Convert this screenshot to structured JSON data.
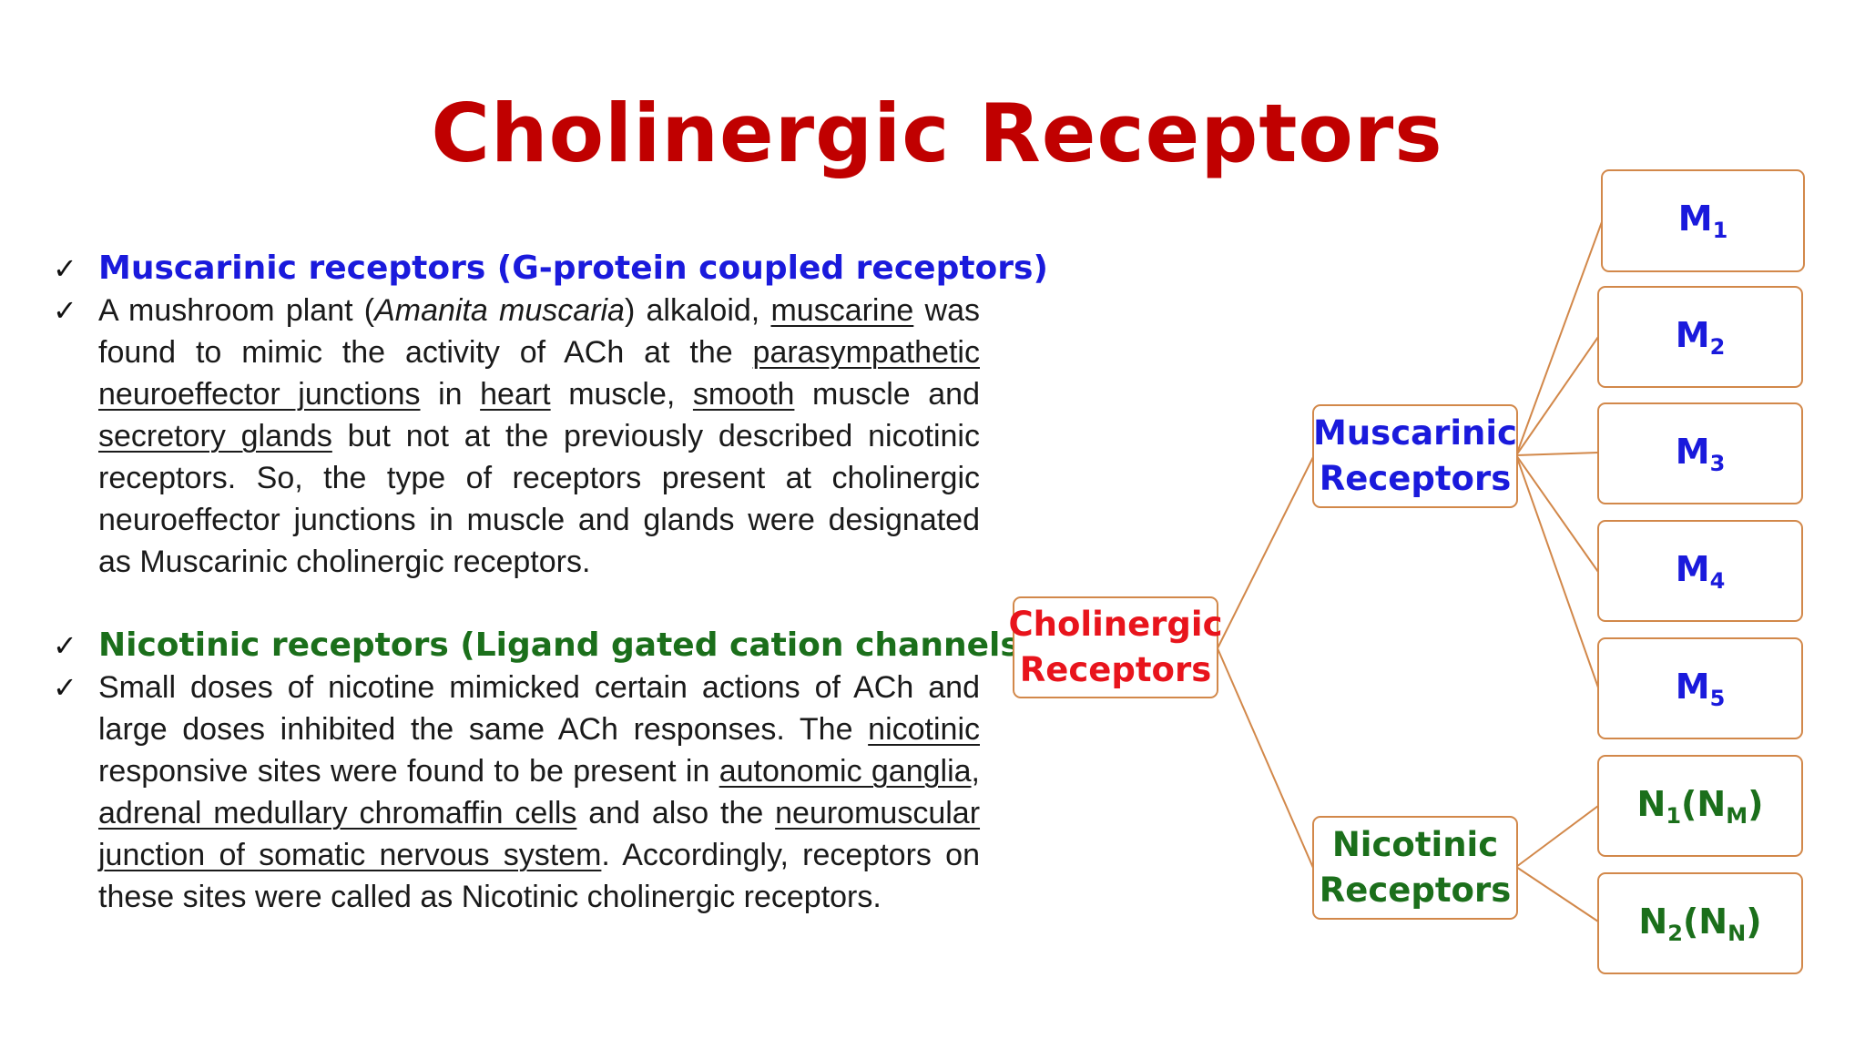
{
  "title": "Cholinergic Receptors",
  "left": {
    "muscarinic_heading": "Muscarinic receptors (G-protein coupled receptors)",
    "muscarinic_para": {
      "t1": "A mushroom plant (",
      "species": "Amanita muscaria",
      "t2": ") alkaloid, ",
      "u_muscarine": "muscarine",
      "t3": " was found to mimic the activity of ACh at the ",
      "u_parasym": "parasympathetic neuroeffector junctions",
      "t4": " in ",
      "u_heart": "heart",
      "t5": " muscle, ",
      "u_smooth": "smooth",
      "t6": " muscle and ",
      "u_glands": "secretory glands",
      "t7": " but not at the previously described nicotinic receptors. So, the type of receptors present at cholinergic neuroeffector junctions in muscle and glands were designated as Muscarinic cholinergic receptors."
    },
    "nicotinic_heading": "Nicotinic receptors (Ligand gated cation channels)",
    "nicotinic_para": {
      "t1": "Small doses of nicotine mimicked certain actions of ACh and large doses inhibited the same ACh responses. The ",
      "u_nicotinic": "nicotinic",
      "t2": " responsive sites were found to be present in ",
      "u_autonomic": "autonomic ganglia",
      "t3": ", ",
      "u_adrenal": "adrenal medullary chromaffin cells",
      "t4": " and also the ",
      "u_nmj": "neuromuscular junction of somatic nervous system",
      "t5": ". Accordingly, receptors on these sites were called as Nicotinic cholinergic receptors."
    }
  },
  "diagram": {
    "root": {
      "line1": "Cholinergic",
      "line2": "Receptors"
    },
    "muscarinic": {
      "line1": "Muscarinic",
      "line2": "Receptors"
    },
    "nicotinic": {
      "line1": "Nicotinic",
      "line2": "Receptors"
    },
    "m_subtypes": [
      {
        "base": "M",
        "sub": "1"
      },
      {
        "base": "M",
        "sub": "2"
      },
      {
        "base": "M",
        "sub": "3"
      },
      {
        "base": "M",
        "sub": "4"
      },
      {
        "base": "M",
        "sub": "5"
      }
    ],
    "n_subtypes": [
      {
        "base": "N",
        "sub": "1",
        "open": "(N",
        "sub2": "M",
        "close": ")"
      },
      {
        "base": "N",
        "sub": "2",
        "open": "(N",
        "sub2": "N",
        "close": ")"
      }
    ]
  },
  "colors": {
    "title": "#c00000",
    "muscarinic": "#1a1adc",
    "nicotinic": "#1b6f1b",
    "root": "#e8141c",
    "box_border": "#d2884a"
  }
}
